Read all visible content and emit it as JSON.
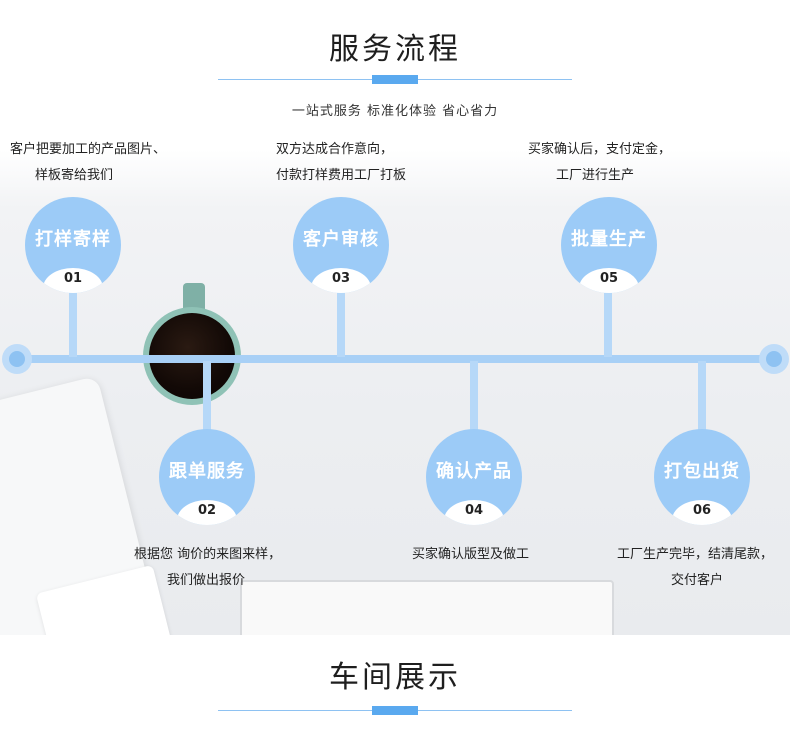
{
  "title": "服务流程",
  "subtitle": "一站式服务 标准化体验 省心省力",
  "steps": [
    {
      "num": "01",
      "title": "打样寄样",
      "desc": [
        "客户把要加工的产品图片、",
        "样板寄给我们"
      ]
    },
    {
      "num": "02",
      "title": "跟单服务",
      "desc": [
        "根据您 询价的来图来样，",
        "我们做出报价"
      ]
    },
    {
      "num": "03",
      "title": "客户审核",
      "desc": [
        "双方达成合作意向，",
        "付款打样费用工厂打板"
      ]
    },
    {
      "num": "04",
      "title": "确认产品",
      "desc": [
        "买家确认版型及做工"
      ]
    },
    {
      "num": "05",
      "title": "批量生产",
      "desc": [
        "买家确认后，支付定金，",
        "工厂进行生产"
      ]
    },
    {
      "num": "06",
      "title": "打包出货",
      "desc": [
        "工厂生产完毕，结清尾款，",
        "交付客户"
      ]
    }
  ],
  "section2_title": "车间展示",
  "colors": {
    "accent": "#5aa9ef",
    "circle": "#9ccbf7",
    "line": "#a8d0f6"
  }
}
